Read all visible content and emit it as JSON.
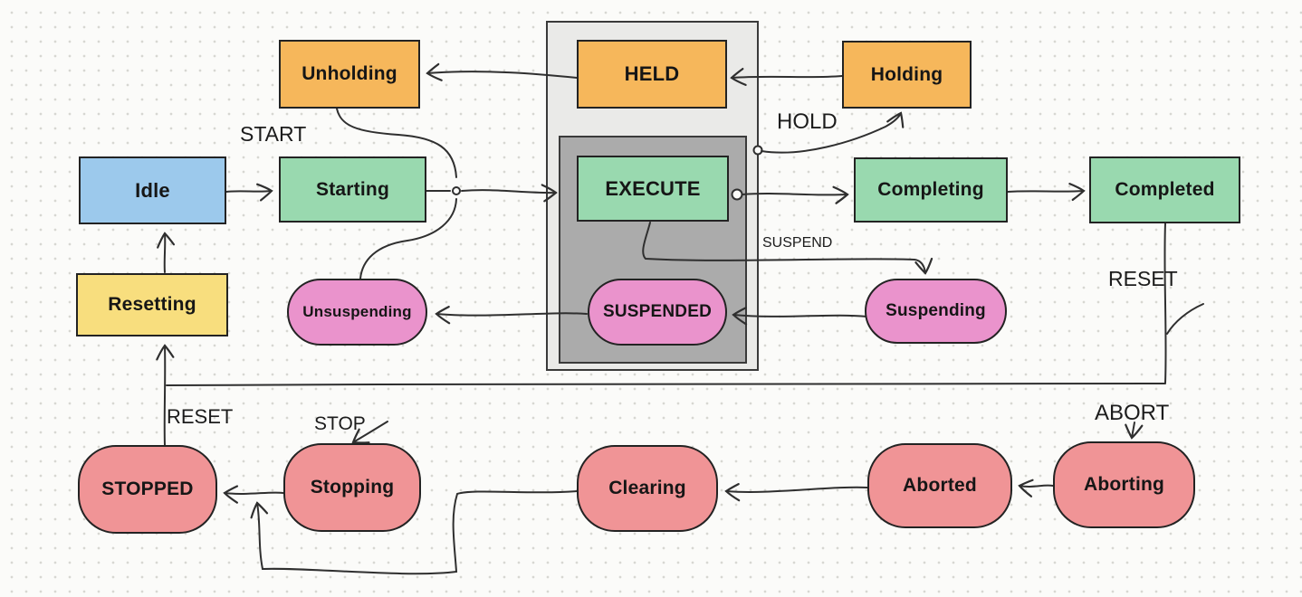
{
  "diagram": {
    "kind": "state-machine",
    "background": "#fbfbf9",
    "dot_grid_color": "#d7d7d2",
    "line_color": "#2f2f2f"
  },
  "colors": {
    "orange": "#f6b75b",
    "green": "#99d9af",
    "blue": "#9cc9ec",
    "yellow": "#f8de7e",
    "pink": "#ea93cc",
    "salmon": "#f09496",
    "container_outer": "#eaeae8",
    "container_inner": "#ababab"
  },
  "states": {
    "unholding": {
      "label": "Unholding",
      "color": "#f6b75b",
      "shape": "rect"
    },
    "held": {
      "label": "HELD",
      "color": "#f6b75b",
      "shape": "rect"
    },
    "holding": {
      "label": "Holding",
      "color": "#f6b75b",
      "shape": "rect"
    },
    "idle": {
      "label": "Idle",
      "color": "#9cc9ec",
      "shape": "rect"
    },
    "starting": {
      "label": "Starting",
      "color": "#99d9af",
      "shape": "rect"
    },
    "execute": {
      "label": "EXECUTE",
      "color": "#99d9af",
      "shape": "rect"
    },
    "completing": {
      "label": "Completing",
      "color": "#99d9af",
      "shape": "rect"
    },
    "completed": {
      "label": "Completed",
      "color": "#99d9af",
      "shape": "rect"
    },
    "resetting": {
      "label": "Resetting",
      "color": "#f8de7e",
      "shape": "rect"
    },
    "unsuspending": {
      "label": "Unsuspending",
      "color": "#ea93cc",
      "shape": "pill"
    },
    "suspended": {
      "label": "SUSPENDED",
      "color": "#ea93cc",
      "shape": "pill"
    },
    "suspending": {
      "label": "Suspending",
      "color": "#ea93cc",
      "shape": "pill"
    },
    "stopped": {
      "label": "STOPPED",
      "color": "#f09496",
      "shape": "rounded"
    },
    "stopping": {
      "label": "Stopping",
      "color": "#f09496",
      "shape": "rounded"
    },
    "clearing": {
      "label": "Clearing",
      "color": "#f09496",
      "shape": "rounded"
    },
    "aborted": {
      "label": "Aborted",
      "color": "#f09496",
      "shape": "rounded"
    },
    "aborting": {
      "label": "Aborting",
      "color": "#f09496",
      "shape": "rounded"
    }
  },
  "transitions": {
    "start": "START",
    "hold": "HOLD",
    "suspend": "SUSPEND",
    "reset_right": "RESET",
    "reset_bottom": "RESET",
    "stop": "STOP",
    "abort": "ABORT"
  }
}
